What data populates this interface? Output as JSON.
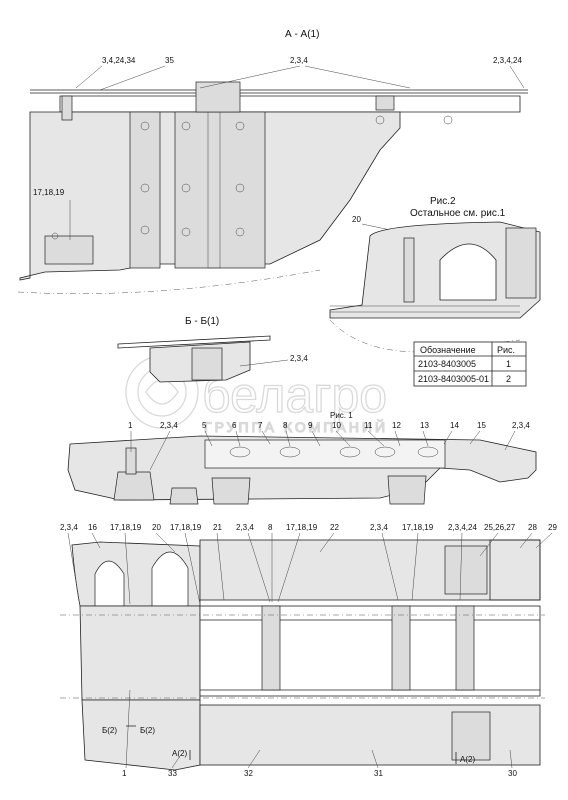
{
  "views": {
    "section_aa": "А - А(1)",
    "section_bb": "Б - Б(1)",
    "fig1": "Рис. 1",
    "fig2": "Рис.2",
    "fig2_note": "Остальное см. рис.1"
  },
  "watermark": {
    "brand": "белагро",
    "slogan": "ГРУППА КОМПАНИЙ"
  },
  "table": {
    "headers": [
      "Обозначение",
      "Рис."
    ],
    "rows": [
      [
        "2103-8403005",
        "1"
      ],
      [
        "2103-8403005-01",
        "2"
      ]
    ]
  },
  "callouts_aa": [
    "3,4,24,34",
    "35",
    "2,3,4",
    "2,3,4,24",
    "17,18,19"
  ],
  "callout_fig2": "20",
  "callout_bb": "2,3,4",
  "callouts_fig1": [
    "1",
    "2,3,4",
    "5",
    "6",
    "7",
    "8",
    "9",
    "10",
    "11",
    "12",
    "13",
    "14",
    "15",
    "2,3,4"
  ],
  "callouts_plan_top": [
    "2,3,4",
    "16",
    "17,18,19",
    "20",
    "17,18,19",
    "21",
    "2,3,4",
    "8",
    "17,18,19",
    "22",
    "2,3,4",
    "17,18,19",
    "2,3,4,24",
    "25,26,27",
    "28",
    "29"
  ],
  "callouts_plan_bottom": [
    "1",
    "33",
    "32",
    "31",
    "30"
  ],
  "section_marks": [
    "Б(2)",
    "Б(2)",
    "А(2)",
    "А(2)"
  ]
}
